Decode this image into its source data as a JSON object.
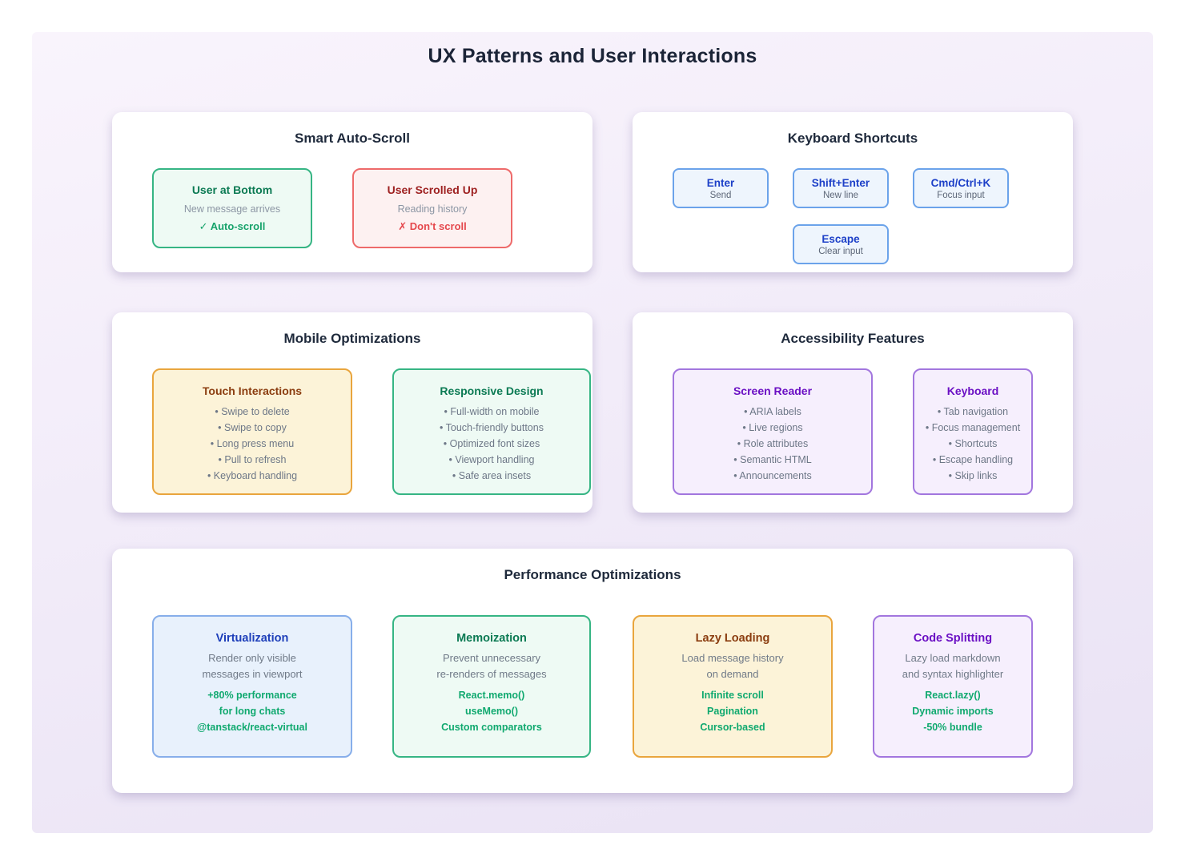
{
  "page_title": "UX Patterns and User Interactions",
  "colors": {
    "stage_background": "#efe8f7",
    "panel_background": "#ffffff",
    "green_accent": "#36b584",
    "red_accent": "#ee6a6a",
    "blue_accent": "#6ba3ea",
    "amber_accent": "#e9a53d",
    "purple_accent": "#a276de",
    "code_green": "#10a96f",
    "title_dark": "#1b2437"
  },
  "panels": {
    "auto_scroll": {
      "title": "Smart Auto-Scroll",
      "cards": [
        {
          "title": "User at Bottom",
          "subtitle": "New message arrives",
          "action": "✓ Auto-scroll"
        },
        {
          "title": "User Scrolled Up",
          "subtitle": "Reading history",
          "action": "✗ Don't scroll"
        }
      ]
    },
    "keyboard_shortcuts": {
      "title": "Keyboard Shortcuts",
      "keys": [
        {
          "key": "Enter",
          "action": "Send"
        },
        {
          "key": "Shift+Enter",
          "action": "New line"
        },
        {
          "key": "Cmd/Ctrl+K",
          "action": "Focus input"
        },
        {
          "key": "Escape",
          "action": "Clear input"
        }
      ]
    },
    "mobile": {
      "title": "Mobile Optimizations",
      "cards": [
        {
          "title": "Touch Interactions",
          "items": [
            "Swipe to delete",
            "Swipe to copy",
            "Long press menu",
            "Pull to refresh",
            "Keyboard handling"
          ]
        },
        {
          "title": "Responsive Design",
          "items": [
            "Full-width on mobile",
            "Touch-friendly buttons",
            "Optimized font sizes",
            "Viewport handling",
            "Safe area insets"
          ]
        }
      ]
    },
    "accessibility": {
      "title": "Accessibility Features",
      "cards": [
        {
          "title": "Screen Reader",
          "items": [
            "ARIA labels",
            "Live regions",
            "Role attributes",
            "Semantic HTML",
            "Announcements"
          ]
        },
        {
          "title": "Keyboard",
          "items": [
            "Tab navigation",
            "Focus management",
            "Shortcuts",
            "Escape handling",
            "Skip links"
          ]
        }
      ]
    },
    "performance": {
      "title": "Performance Optimizations",
      "cards": [
        {
          "title": "Virtualization",
          "desc": [
            "Render only visible",
            "messages in viewport"
          ],
          "code": [
            "+80% performance",
            "for long chats",
            "@tanstack/react-virtual"
          ]
        },
        {
          "title": "Memoization",
          "desc": [
            "Prevent unnecessary",
            "re-renders of messages"
          ],
          "code": [
            "React.memo()",
            "useMemo()",
            "Custom comparators"
          ]
        },
        {
          "title": "Lazy Loading",
          "desc": [
            "Load message history",
            "on demand"
          ],
          "code": [
            "Infinite scroll",
            "Pagination",
            "Cursor-based"
          ]
        },
        {
          "title": "Code Splitting",
          "desc": [
            "Lazy load markdown",
            "and syntax highlighter"
          ],
          "code": [
            "React.lazy()",
            "Dynamic imports",
            "-50% bundle"
          ]
        }
      ]
    }
  }
}
